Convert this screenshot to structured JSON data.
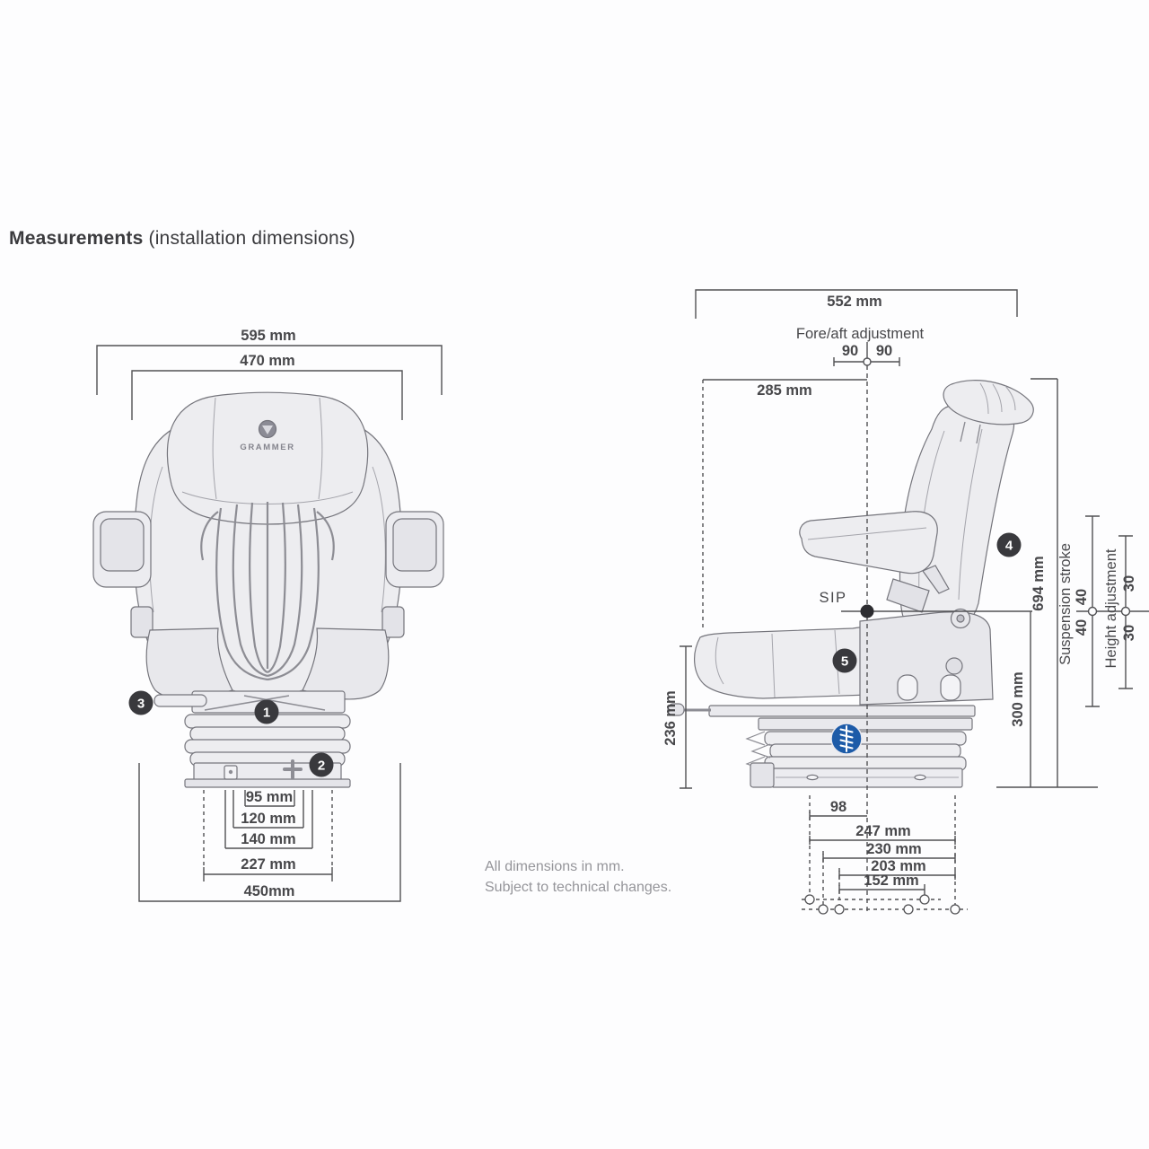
{
  "title": {
    "bold": "Measurements",
    "rest": " (installation dimensions)"
  },
  "note": {
    "line1": "All dimensions in mm.",
    "line2": "Subject to technical changes."
  },
  "front_view": {
    "brand": "GRAMMER",
    "width_outer": "595 mm",
    "width_inner": "470 mm",
    "base_95": "95 mm",
    "base_120": "120 mm",
    "base_140": "140 mm",
    "base_227": "227 mm",
    "base_450": "450mm",
    "callout_1": "1",
    "callout_2": "2",
    "callout_3": "3"
  },
  "side_view": {
    "depth_552": "552 mm",
    "fore_aft_label": "Fore/aft adjustment",
    "fore_aft_left": "90",
    "fore_aft_right": "90",
    "dim_285": "285 mm",
    "sip_label": "SIP",
    "dim_694": "694 mm",
    "suspension_label": "Suspension stroke",
    "suspension_upper": "40",
    "suspension_lower": "40",
    "height_adj_label": "Height adjustment",
    "height_adj_upper": "30",
    "height_adj_lower": "30",
    "dim_300": "300 mm",
    "dim_236": "236 mm",
    "dim_98": "98",
    "dim_247": "247 mm",
    "dim_230": "230 mm",
    "dim_203": "203 mm",
    "dim_152": "152 mm",
    "callout_4": "4",
    "callout_5": "5"
  },
  "colors": {
    "accent_blue": "#1d5ba8",
    "callout_bg": "#39393d",
    "dimension_line": "#515154",
    "note_gray": "#95959a"
  }
}
